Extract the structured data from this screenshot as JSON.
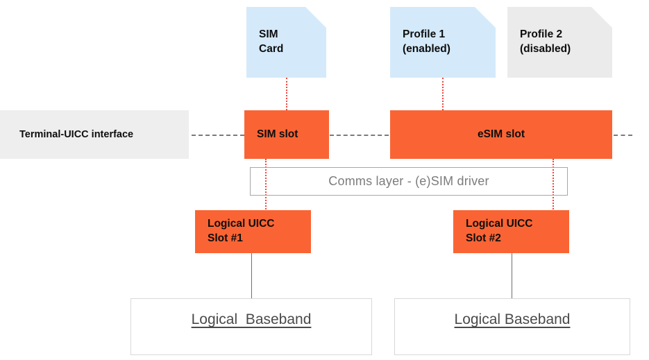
{
  "diagram": {
    "title_present": false,
    "colors": {
      "slot_orange": "#fa6434",
      "card_blue": "#d4eafb",
      "card_gray": "#ebebeb",
      "interface_gray": "#eeeeee",
      "dotted_red": "#f4453c",
      "dashed_gray": "#7a7a7a",
      "comms_border": "#a6a6a6",
      "baseband_border": "#d8d8d8",
      "baseband_text": "#4a4a4a",
      "comms_text": "#7c7c7c"
    },
    "cards": [
      {
        "id": "sim-card",
        "label": "SIM\nCard",
        "style": "blue"
      },
      {
        "id": "profile-1",
        "label": "Profile 1\n(enabled)",
        "style": "blue"
      },
      {
        "id": "profile-2",
        "label": "Profile 2\n(disabled)",
        "style": "gray"
      }
    ],
    "interface": {
      "label": "Terminal-UICC interface"
    },
    "slots": [
      {
        "id": "sim-slot",
        "label": "SIM slot"
      },
      {
        "id": "esim-slot",
        "label": "eSIM slot"
      }
    ],
    "comms_layer": {
      "label": "Comms layer - (e)SIM driver"
    },
    "logical_uicc_slots": [
      {
        "id": "logical-uicc-slot-1",
        "label": "Logical UICC\nSlot #1"
      },
      {
        "id": "logical-uicc-slot-2",
        "label": "Logical UICC\nSlot #2"
      }
    ],
    "basebands": [
      {
        "id": "logical-baseband-1",
        "label": "Logical  Baseband"
      },
      {
        "id": "logical-baseband-2",
        "label": "Logical Baseband"
      }
    ]
  }
}
